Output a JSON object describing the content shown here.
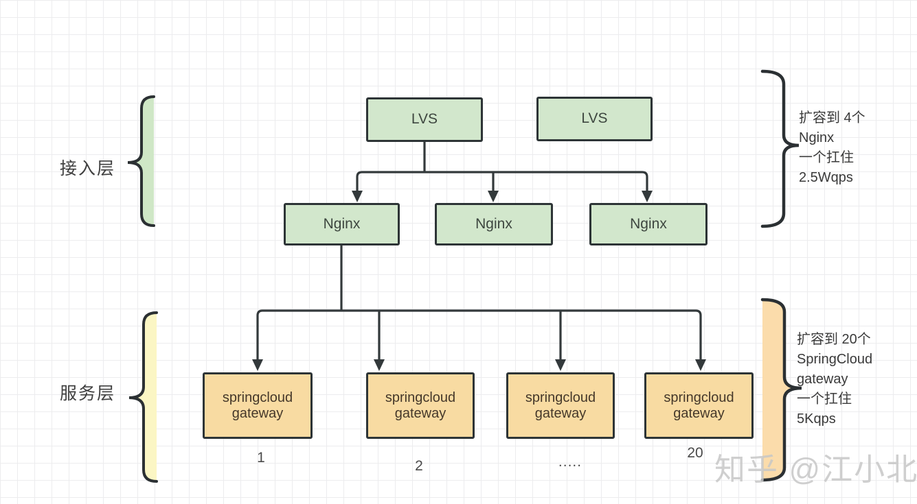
{
  "diagram": {
    "layers": [
      {
        "id": "access",
        "label": "接入层",
        "note": "扩容到 4个\nNginx\n一个扛住\n2.5Wqps"
      },
      {
        "id": "service",
        "label": "服务层",
        "note": "扩容到 20个\nSpringCloud\ngateway\n一个扛住\n5Kqps"
      }
    ],
    "nodes": {
      "lvs": [
        "LVS",
        "LVS"
      ],
      "nginx": [
        "Nginx",
        "Nginx",
        "Nginx"
      ],
      "gateway": [
        "springcloud gateway",
        "springcloud gateway",
        "springcloud gateway",
        "springcloud gateway"
      ],
      "gateway_indices": [
        "1",
        "2",
        ".....",
        "20"
      ]
    },
    "watermark": "知乎 @江小北",
    "colors": {
      "node_green_fill": "#d2e7cc",
      "node_orange_fill": "#f8dba2",
      "brace_green_fill": "#cfe7c6",
      "brace_yellow_fill": "#fbf6c4",
      "brace_orange_fill": "#fbdcab",
      "line": "#33393b"
    }
  }
}
